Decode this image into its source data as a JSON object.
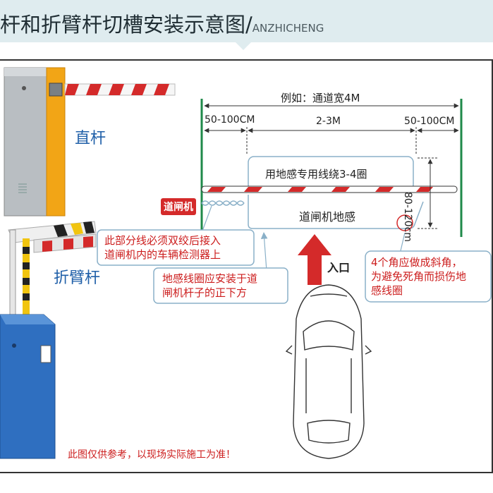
{
  "header": {
    "title": "杆和折臂杆切槽安装示意图/",
    "subtitle": "ANZHICHENG"
  },
  "labels": {
    "straight_pole": "直杆",
    "folding_pole": "折臂杆",
    "gate_tag": "道闸机",
    "example": "例如：通道宽4M",
    "dim_left": "50-100CM",
    "dim_mid": "2-3M",
    "dim_right": "50-100CM",
    "dim_vertical": "80-120cm",
    "loop_turns": "用地感专用线绕3-4圈",
    "loop_name": "道闸机地感",
    "entrance": "入口"
  },
  "notes": {
    "twist": [
      "此部分线必须双绞后接入",
      "道闸机内的车辆检测器上"
    ],
    "position": [
      "地感线圈应安装于道",
      "闸机杆子的正下方"
    ],
    "corners": [
      "4个角应做成斜角，",
      "为避免死角而损伤地",
      "感线圈"
    ],
    "disclaimer": "此图仅供参考，以现场实际施工为准！"
  },
  "colors": {
    "accent_red": "#d42a2a",
    "note_red": "#cc1d1d",
    "green_post": "#1f8a4a",
    "loop_blue": "#8ab0c8",
    "header_bg": "#dfecef"
  }
}
